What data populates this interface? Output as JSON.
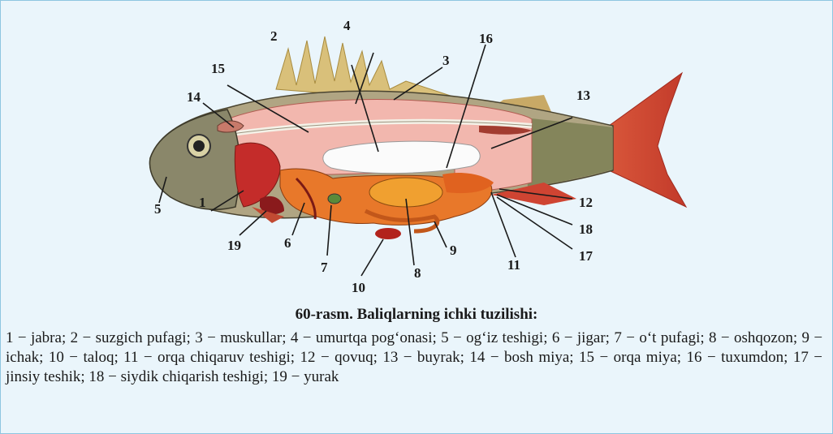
{
  "figure": {
    "labels": {
      "l1": "1",
      "l2": "2",
      "l3": "3",
      "l4": "4",
      "l5": "5",
      "l6": "6",
      "l7": "7",
      "l8": "8",
      "l9": "9",
      "l10": "10",
      "l11": "11",
      "l12": "12",
      "l13": "13",
      "l14": "14",
      "l15": "15",
      "l16": "16",
      "l17": "17",
      "l18": "18",
      "l19": "19"
    }
  },
  "caption": {
    "title": "60-rasm. Baliqlarning ichki tuzilishi:",
    "legend": [
      "1 − jabra;",
      "2 − suzgich pufagi;",
      "3 − muskullar;",
      "4 − umurtqa pog‘onasi;",
      "5 − og‘iz teshigi;",
      "6 − jigar;",
      "7 − o‘t pufagi;",
      "8 − oshqozon;",
      "9 − ichak;",
      "10 − taloq;",
      "11 − orqa chiqaruv teshigi;",
      "12 − qovuq;",
      "13 − buyrak;",
      "14 − bosh miya;",
      "15 − orqa miya;",
      "16 − tuxumdon;",
      "17 − jinsiy teshik;",
      "18 − siydik chiqarish teshigi;",
      "19 − yurak"
    ]
  }
}
